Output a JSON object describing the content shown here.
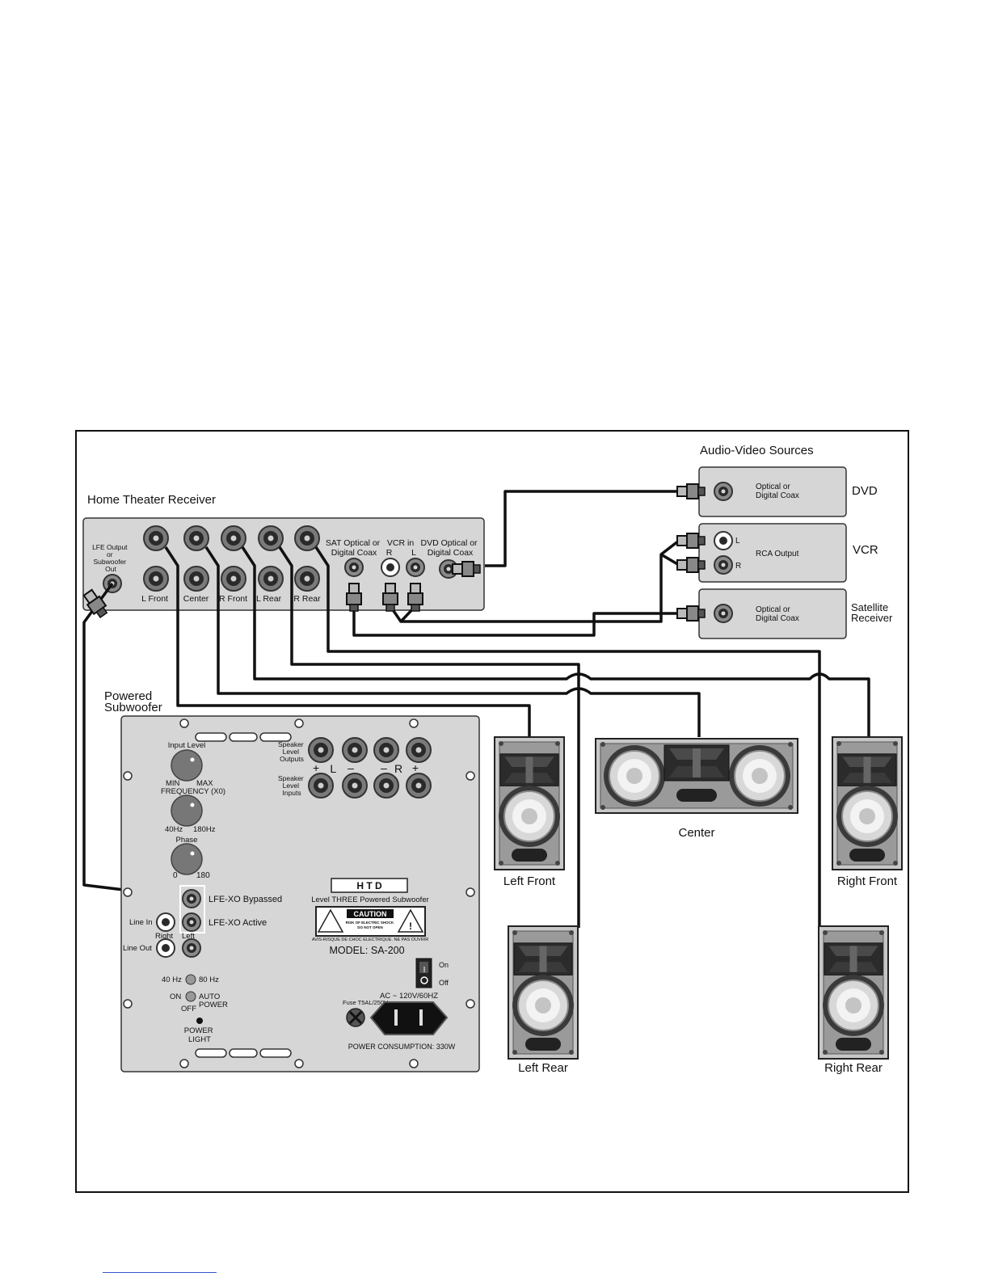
{
  "receiver": {
    "title": "Home Theater Receiver",
    "lfe_label": [
      "LFE Output",
      "or",
      "Subwoofer",
      "Out"
    ],
    "jack_labels": [
      "L Front",
      "Center",
      "R Front",
      "L Rear",
      "R Rear"
    ],
    "sat_label": [
      "SAT Optical or",
      "Digital Coax"
    ],
    "vcr_label": [
      "VCR in",
      "R",
      "L"
    ],
    "dvd_label": [
      "DVD Optical or",
      "Digital Coax"
    ]
  },
  "sources": {
    "title": "Audio-Video Sources",
    "dvd": {
      "name": "DVD",
      "inner": [
        "Optical or",
        "Digital Coax"
      ]
    },
    "vcr": {
      "name": "VCR",
      "inner": "RCA Output",
      "l": "L",
      "r": "R"
    },
    "satellite": {
      "name": [
        "Satellite",
        "Receiver"
      ],
      "inner": [
        "Optical or",
        "Digital Coax"
      ]
    }
  },
  "subwoofer": {
    "title": [
      "Powered",
      "Subwoofer"
    ],
    "input_level": "Input Level",
    "min": "MIN",
    "max": "MAX",
    "frequency": "FREQUENCY (X0)",
    "hz40": "40Hz",
    "hz180": "180Hz",
    "phase": "Phase",
    "phase0": "0",
    "phase180": "180",
    "spk_out": [
      "Speaker",
      "Level",
      "Outputs"
    ],
    "spk_in": [
      "Speaker",
      "Level",
      "Inputs"
    ],
    "polarity": [
      "+",
      "L",
      "–",
      "–",
      "R",
      "+"
    ],
    "lfe_bypassed": "LFE-XO Bypassed",
    "lfe_active": "LFE-XO Active",
    "line_in": "Line In",
    "line_out": "Line Out",
    "right": "Right",
    "left": "Left",
    "sw_40": "40 Hz",
    "sw_80": "80 Hz",
    "on": "ON",
    "off": "OFF",
    "auto": [
      "AUTO",
      "POWER"
    ],
    "power_light": [
      "POWER",
      "LIGHT"
    ],
    "brand": "H  T  D",
    "product": "Level THREE Powered Subwoofer",
    "caution": "CAUTION",
    "caution_small": [
      "RISK OF ELECTRIC SHOCK",
      "DO NOT OPEN"
    ],
    "avis": "AVIS-RISQUE DE CHOC ELECTRIQUE. NE PAS OUVRIR",
    "model": "MODEL: SA-200",
    "switch_on": "On",
    "switch_off": "Off",
    "fuse": "Fuse T5AL/250V",
    "ac": "AC ~ 120V/60HZ",
    "power_consumption": "POWER CONSUMPTION: 330W"
  },
  "speakers": {
    "left_front": "Left Front",
    "center": "Center",
    "right_front": "Right Front",
    "left_rear": "Left Rear",
    "right_rear": "Right Rear"
  }
}
